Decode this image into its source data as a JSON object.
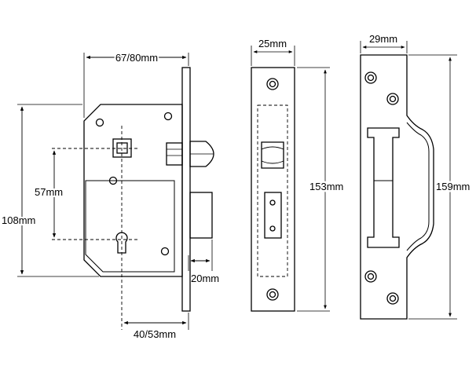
{
  "dimensions": {
    "case_depth": "67/80mm",
    "center_distance": "57mm",
    "case_height": "108mm",
    "latch_projection": "20mm",
    "backset": "40/53mm",
    "forend_width": "25mm",
    "forend_height": "153mm",
    "strike_width": "29mm",
    "strike_height": "159mm"
  },
  "colors": {
    "stroke": "#000000",
    "fill": "#ffffff"
  }
}
